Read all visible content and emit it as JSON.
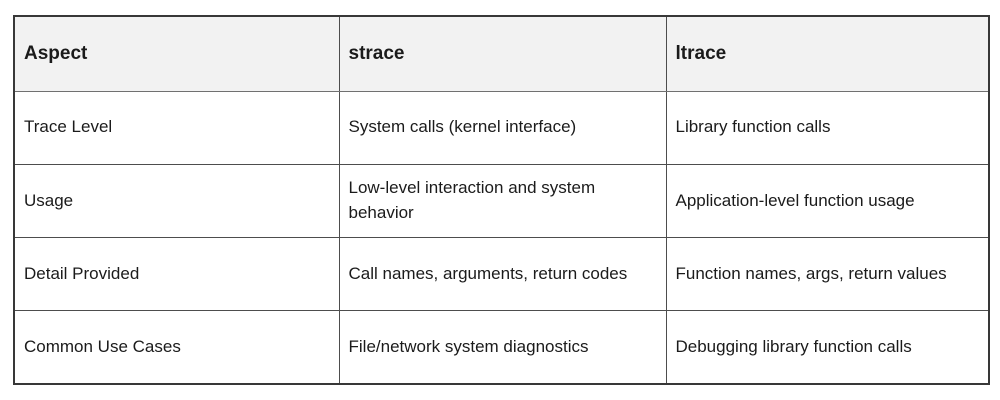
{
  "table": {
    "columns": [
      "Aspect",
      "strace",
      "ltrace"
    ],
    "rows": [
      [
        "Trace Level",
        "System calls (kernel interface)",
        "Library function calls"
      ],
      [
        "Usage",
        "Low-level interaction and system behavior",
        "Application-level function usage"
      ],
      [
        "Detail Provided",
        "Call names, arguments, return codes",
        "Function names, args, return values"
      ],
      [
        "Common Use Cases",
        "File/network system diagnostics",
        "Debugging library function calls"
      ]
    ],
    "colors": {
      "header_bg": "#f2f2f2",
      "body_bg": "#ffffff",
      "outer_border": "#383838",
      "inner_border": "#4d4d4d",
      "text": "#1b1b1b"
    }
  }
}
